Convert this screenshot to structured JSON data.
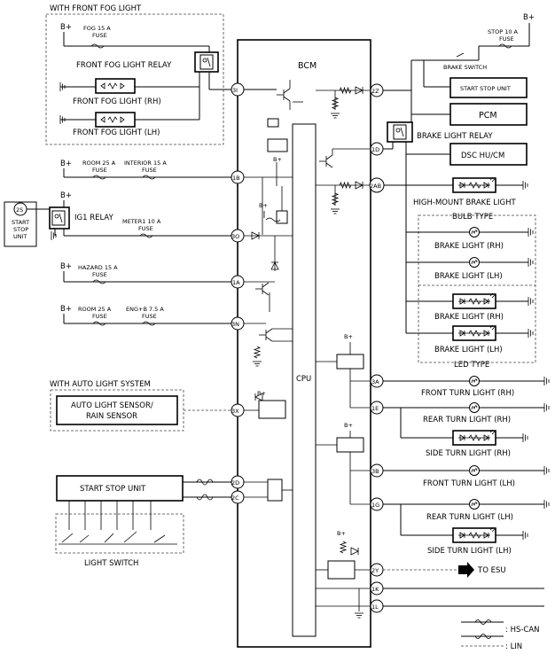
{
  "bcm": {
    "title": "BCM",
    "cpu": "CPU"
  },
  "power": "B+",
  "groups": {
    "fog": "WITH FRONT FOG LIGHT",
    "auto_light": "WITH AUTO LIGHT SYSTEM",
    "bulb": "BULB TYPE",
    "led": "LED TYPE"
  },
  "fuses": {
    "fog15": [
      "FOG 15 A",
      "FUSE"
    ],
    "stop10": [
      "STOP 10 A",
      "FUSE"
    ],
    "room25a": [
      "ROOM 25 A",
      "FUSE"
    ],
    "interior15": [
      "INTERIOR 15 A",
      "FUSE"
    ],
    "meter1": [
      "METER1 10 A",
      "FUSE"
    ],
    "hazard15": [
      "HAZARD 15 A",
      "FUSE"
    ],
    "room25b": [
      "ROOM 25 A",
      "FUSE"
    ],
    "engb": [
      "ENG+B 7.5 A",
      "FUSE"
    ]
  },
  "terminals": [
    "3I",
    "1B",
    "3O",
    "1A",
    "3N",
    "3X",
    "2D",
    "2C",
    "2Z",
    "1D",
    "2AB",
    "3A",
    "1E",
    "3B",
    "1G",
    "2Y",
    "1K",
    "1L"
  ],
  "components": {
    "front_fog_relay": "FRONT FOG LIGHT RELAY",
    "fog_rh": "FRONT FOG LIGHT (RH)",
    "fog_lh": "FRONT FOG LIGHT (LH)",
    "start_stop_node": "2S",
    "start_stop_small": [
      "START",
      "STOP",
      "UNIT"
    ],
    "ig1_relay": "IG1 RELAY",
    "auto_sensor": [
      "AUTO LIGHT SENSOR/",
      "RAIN SENSOR"
    ],
    "start_stop_unit": "START STOP UNIT",
    "light_switch": "LIGHT SWITCH",
    "brake_switch": "BRAKE SWITCH",
    "pcm": "PCM",
    "brake_relay": "BRAKE LIGHT RELAY",
    "dsc": "DSC HU/CM",
    "high_mount": "HIGH-MOUNT BRAKE LIGHT",
    "brake_rh": "BRAKE LIGHT (RH)",
    "brake_lh": "BRAKE LIGHT (LH)",
    "front_turn_rh": "FRONT TURN LIGHT (RH)",
    "rear_turn_rh": "REAR TURN LIGHT (RH)",
    "side_turn_rh": "SIDE TURN LIGHT (RH)",
    "front_turn_lh": "FRONT TURN LIGHT (LH)",
    "rear_turn_lh": "REAR TURN LIGHT (LH)",
    "side_turn_lh": "SIDE TURN LIGHT (LH)",
    "to_esu": "TO ESU"
  },
  "legend": {
    "hs_can": ": HS-CAN",
    "lin": ": LIN"
  }
}
